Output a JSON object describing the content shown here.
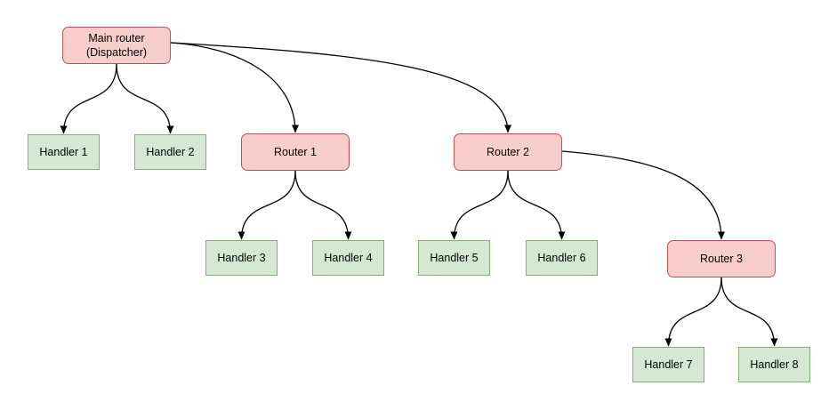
{
  "diagram": {
    "background": "#ffffff",
    "colors": {
      "router_fill": "#f8cecc",
      "router_border": "#b85450",
      "handler_fill": "#d5e8d4",
      "handler_border": "#82b366",
      "edge": "#000000"
    },
    "nodes": {
      "main": {
        "label": "Main router\n(Dispatcher)",
        "type": "router"
      },
      "handler1": {
        "label": "Handler 1",
        "type": "handler"
      },
      "handler2": {
        "label": "Handler 2",
        "type": "handler"
      },
      "router1": {
        "label": "Router 1",
        "type": "router"
      },
      "router2": {
        "label": "Router 2",
        "type": "router"
      },
      "handler3": {
        "label": "Handler 3",
        "type": "handler"
      },
      "handler4": {
        "label": "Handler 4",
        "type": "handler"
      },
      "handler5": {
        "label": "Handler 5",
        "type": "handler"
      },
      "handler6": {
        "label": "Handler 6",
        "type": "handler"
      },
      "router3": {
        "label": "Router 3",
        "type": "router"
      },
      "handler7": {
        "label": "Handler 7",
        "type": "handler"
      },
      "handler8": {
        "label": "Handler 8",
        "type": "handler"
      }
    },
    "edges": [
      {
        "from": "main",
        "to": "handler1"
      },
      {
        "from": "main",
        "to": "handler2"
      },
      {
        "from": "main",
        "to": "router1"
      },
      {
        "from": "main",
        "to": "router2"
      },
      {
        "from": "router1",
        "to": "handler3"
      },
      {
        "from": "router1",
        "to": "handler4"
      },
      {
        "from": "router2",
        "to": "handler5"
      },
      {
        "from": "router2",
        "to": "handler6"
      },
      {
        "from": "router2",
        "to": "router3"
      },
      {
        "from": "router3",
        "to": "handler7"
      },
      {
        "from": "router3",
        "to": "handler8"
      }
    ]
  }
}
